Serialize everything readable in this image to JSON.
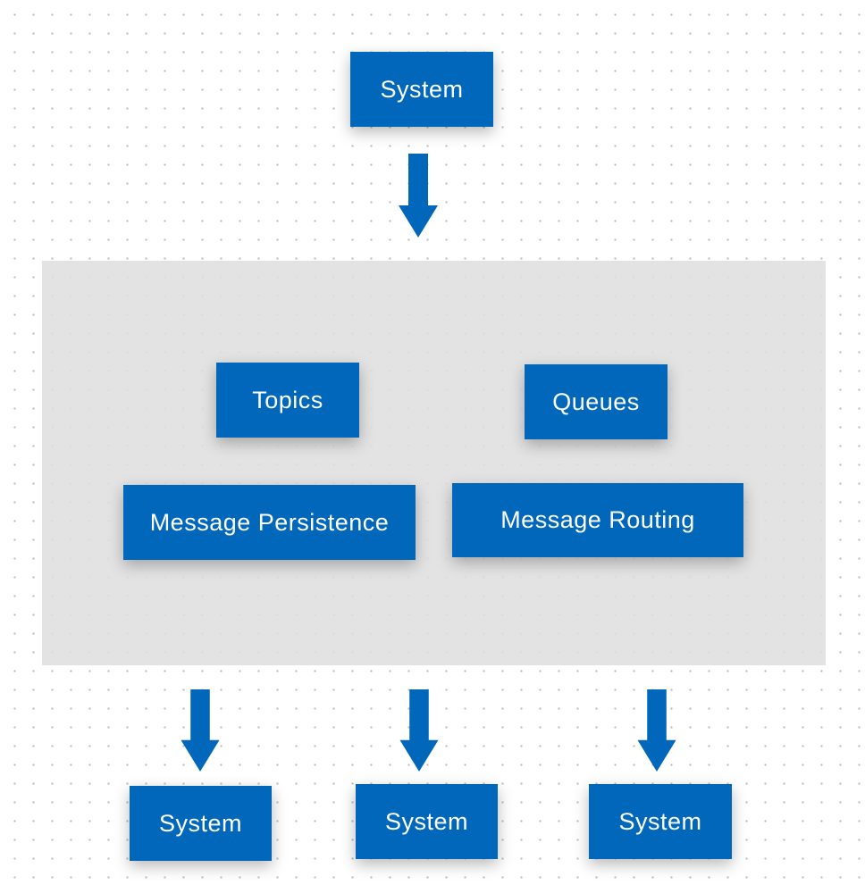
{
  "colors": {
    "node_fill": "#0067bb",
    "node_text": "#ffffff",
    "arrow_fill": "#0067bb",
    "panel_fill": "#e2e2e2",
    "background": "#ffffff",
    "grid_dot": "#b9b9b9"
  },
  "diagram": {
    "source": {
      "label": "System"
    },
    "hub": {
      "topics": {
        "label": "Topics"
      },
      "queues": {
        "label": "Queues"
      },
      "persistence": {
        "label": "Message Persistence"
      },
      "routing": {
        "label": "Message Routing"
      }
    },
    "targets": [
      {
        "label": "System"
      },
      {
        "label": "System"
      },
      {
        "label": "System"
      }
    ]
  }
}
